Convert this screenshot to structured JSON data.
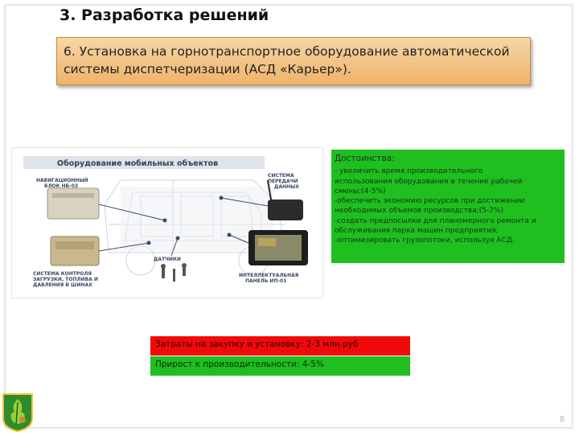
{
  "slide": {
    "title": "3. Разработка решений",
    "header": "6. Установка на горнотранспортное оборудование автоматической системы диспетчеризации (АСД «Карьер»).",
    "page_number": "8"
  },
  "image": {
    "heading": "Оборудование мобильных объектов",
    "labels": {
      "nav_block_line1": "НАВИГАЦИОННЫЙ",
      "nav_block_line2": "БЛОК НБ-03",
      "data_sys_line1": "СИСТЕМА",
      "data_sys_line2": "ПЕРЕДАЧИ",
      "data_sys_line3": "ДАННЫХ",
      "control_line1": "СИСТЕМА КОНТРОЛЯ",
      "control_line2": "ЗАГРУЗКИ, ТОПЛИВА И",
      "control_line3": "ДАВЛЕНИЯ В ШИНАХ",
      "sensors": "ДАТЧИКИ",
      "panel_line1": "ИНТЕЛЛЕКТУАЛЬНАЯ",
      "panel_line2": "ПАНЕЛЬ ИП-01"
    }
  },
  "advantages": {
    "title": "Достоинства:",
    "items": [
      "- увеличить время производительного",
      "использования оборудования в течение рабочей",
      "смены;(4-5%)",
      "-обеспечить экономию ресурсов при достижении",
      "необходимых объемов производства;(5-7%)",
      "-создать предпосылки для планомерного ремонта и",
      "обслуживания парка машин предприятия;",
      "-оптимизировать грузопотоки, используя АСД."
    ]
  },
  "costs": "Затраты на закупку и установку: 2-3 млн.руб",
  "productivity": "Прирост к производительности: 4-5%",
  "colors": {
    "header_bg": "#f2bf7c",
    "green": "#1fbf1f",
    "red": "#f10a0a"
  },
  "icons": {
    "logo": "oak-leaf-logo-icon"
  }
}
